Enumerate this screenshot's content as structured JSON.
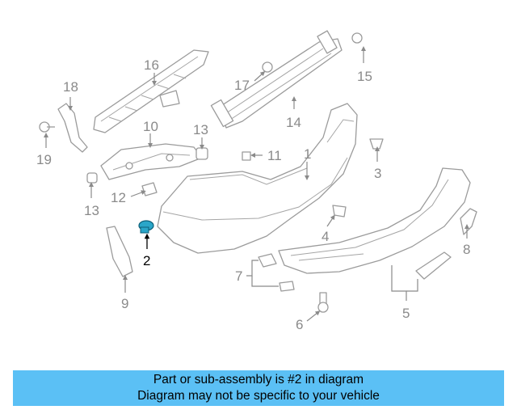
{
  "callouts": {
    "c1": "1",
    "c2": "2",
    "c3": "3",
    "c4": "4",
    "c5": "5",
    "c6": "6",
    "c7": "7",
    "c8": "8",
    "c9": "9",
    "c10": "10",
    "c11": "11",
    "c12": "12",
    "c13a": "13",
    "c13b": "13",
    "c14": "14",
    "c15": "15",
    "c16": "16",
    "c17": "17",
    "c18": "18",
    "c19": "19"
  },
  "highlighted_part": "2",
  "highlight_color": "#2aa6c9",
  "banner": {
    "line1": "Part or sub-assembly is #2 in diagram",
    "line2": "Diagram may not be specific to your vehicle",
    "background": "#5bc0f5"
  }
}
